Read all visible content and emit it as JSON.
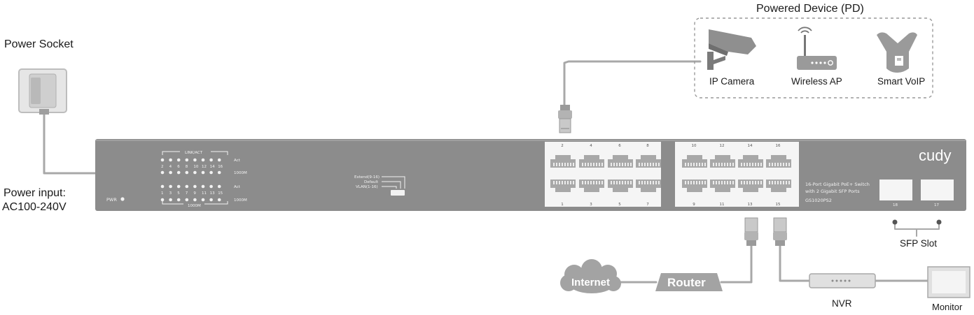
{
  "labels": {
    "powered_device": "Powered Device (PD)",
    "power_socket": "Power Socket",
    "power_input_line1": "Power input:",
    "power_input_line2": "AC100-240V",
    "ip_camera": "IP Camera",
    "wireless_ap": "Wireless AP",
    "smart_voip": "Smart VoIP",
    "internet": "Internet",
    "router": "Router",
    "nvr": "NVR",
    "monitor": "Monitor",
    "sfp_slot": "SFP Slot"
  },
  "switch": {
    "brand": "cudy",
    "desc_line1": "16-Port Gigabit PoE+ Switch",
    "desc_line2": "with 2 Gigabit SFP Ports",
    "model": "GS1020PS2",
    "pwr": "PWR",
    "link_act": "LINK/ACT",
    "act_top": "Act",
    "speed_top": "1000M",
    "act_bottom": "Act",
    "speed_bottom": "1000M",
    "bottom_group": "1000M",
    "led_top_numbers": [
      "2",
      "4",
      "6",
      "8",
      "10",
      "12",
      "14",
      "16"
    ],
    "led_bottom_numbers": [
      "1",
      "3",
      "5",
      "7",
      "9",
      "11",
      "13",
      "15"
    ],
    "mode_extend": "Extend(9-16)",
    "mode_default": "Default",
    "mode_vlan": "VLAN(1-16)",
    "ports_top": [
      "2",
      "4",
      "6",
      "8",
      "10",
      "12",
      "14",
      "16"
    ],
    "ports_bottom": [
      "1",
      "3",
      "5",
      "7",
      "9",
      "11",
      "13",
      "15"
    ],
    "sfp_ports": [
      "18",
      "17"
    ]
  },
  "colors": {
    "panel": "#8c8c8c",
    "line": "#a8a8a8",
    "device_gray": "#a3a3a3"
  }
}
